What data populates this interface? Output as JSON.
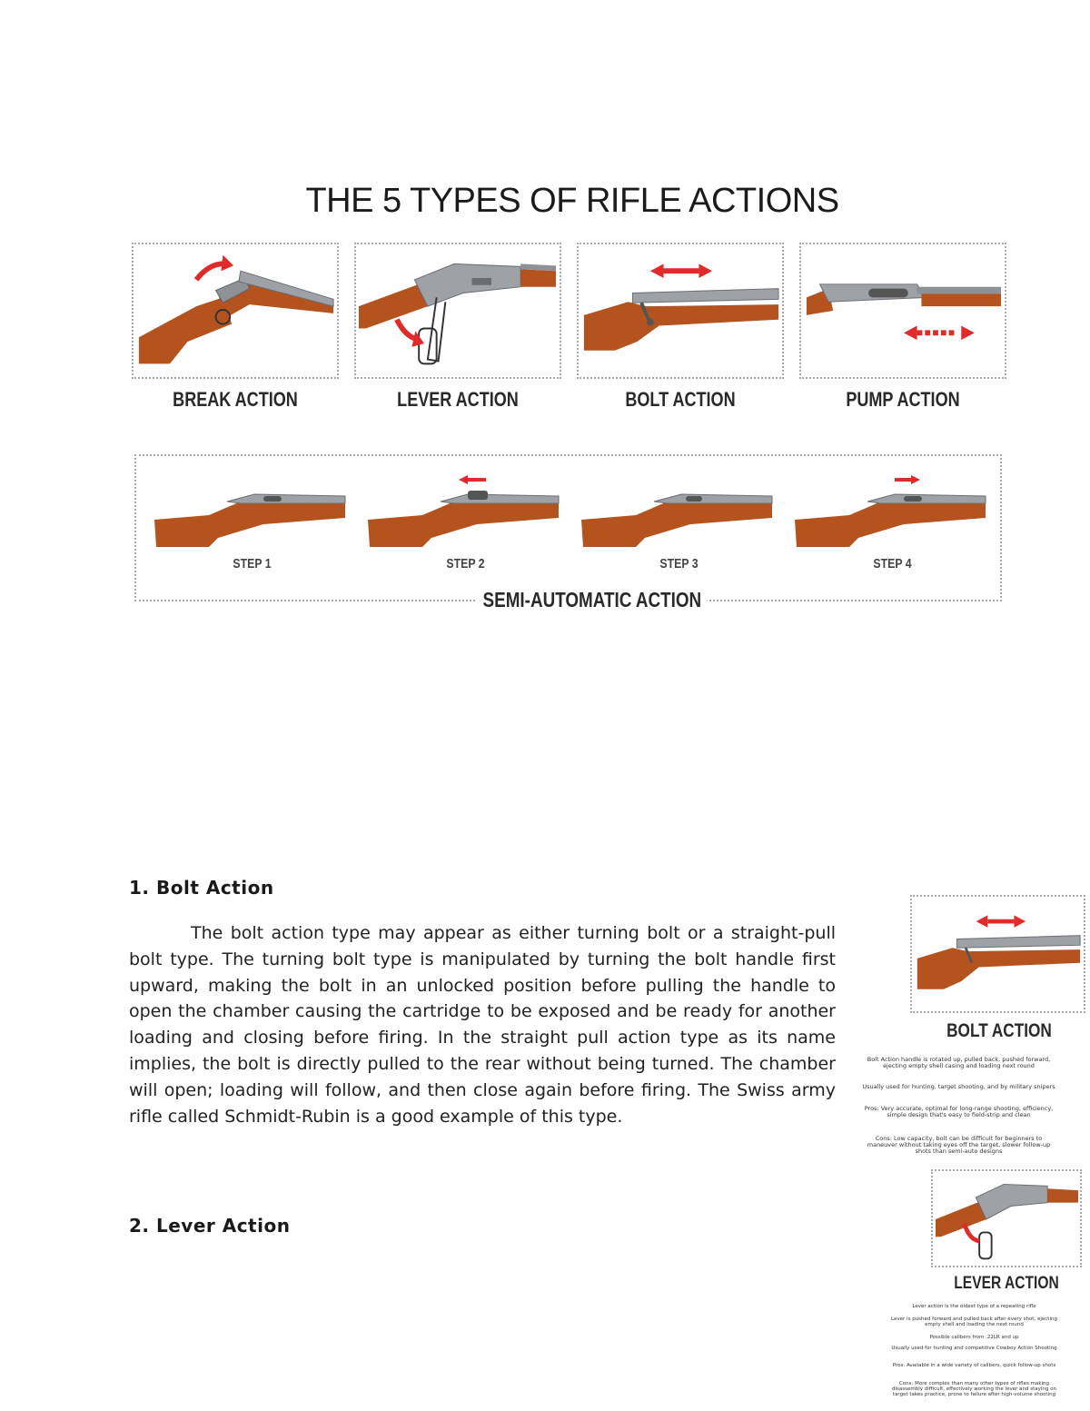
{
  "infographic": {
    "title": "THE 5 TYPES OF RIFLE ACTIONS",
    "panels": [
      {
        "label": "BREAK ACTION"
      },
      {
        "label": "LEVER ACTION"
      },
      {
        "label": "BOLT ACTION"
      },
      {
        "label": "PUMP ACTION"
      }
    ],
    "semi_auto": {
      "label": "SEMI-AUTOMATIC ACTION",
      "steps": [
        "STEP 1",
        "STEP 2",
        "STEP 3",
        "STEP 4"
      ]
    }
  },
  "sections": [
    {
      "heading": "1. Bolt Action",
      "body": "The bolt action type may appear as either turning bolt or a straight-pull bolt type. The turning bolt type is manipulated by turning the bolt handle first upward, making the bolt in an unlocked position before pulling the handle to open the chamber causing the cartridge to be exposed and be ready for another loading and closing before firing. In the straight pull action type as its name implies, the bolt is directly pulled to the rear without being turned. The chamber will open; loading will follow, and then close again before firing. The Swiss army rifle called Schmidt-Rubin is a good example of this type."
    },
    {
      "heading": "2. Lever Action"
    }
  ],
  "side_cards": {
    "bolt": {
      "title": "BOLT ACTION",
      "lines": [
        "Bolt Action handle is rotated up, pulled back, pushed forward, ejecting empty shell casing and loading next round",
        "Usually used for hunting, target shooting, and by military snipers",
        "Pros: Very accurate, optimal for long-range shooting, efficiency, simple design that's easy to field-strip and clean",
        "Cons: Low capacity, bolt can be difficult for beginners to maneuver without taking eyes off the target, slower follow-up shots than semi-auto designs"
      ]
    },
    "lever": {
      "title": "LEVER ACTION",
      "lines": [
        "Lever action is the oldest type of a repeating rifle",
        "Lever is pushed forward and pulled back after every shot, ejecting empty shell and loading the next round",
        "Possible calibers from .22LR and up",
        "Usually used for hunting and competitive Cowboy Action Shooting",
        "Pros: Available in a wide variety of calibers, quick follow-up shots",
        "Cons: More complex than many other types of rifles making disassembly difficult, effectively working the lever and staying on target takes practice, prone to failure after high-volume shooting"
      ]
    }
  },
  "colors": {
    "wood": "#b5531f",
    "metal": "#8e9297",
    "arrow": "#e02b2b"
  }
}
